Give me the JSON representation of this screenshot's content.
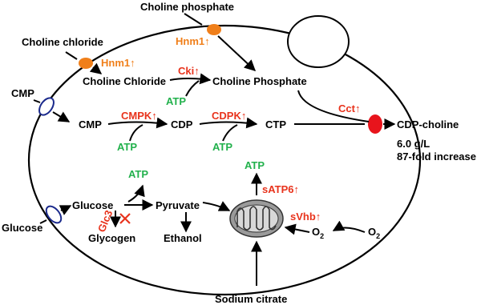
{
  "colors": {
    "enzyme": "#e8331c",
    "hnm1": "#f07f1a",
    "atp": "#22b14c",
    "transporter": "#1b2a8c",
    "text": "#000000",
    "cct_node": "#e8141c",
    "mito_fill": "#9a9a9a"
  },
  "diagram": {
    "external": {
      "choline_phosphate": "Choline phosphate",
      "choline_chloride": "Choline chloride",
      "cmp": "CMP",
      "glucose": "Glucose",
      "sodium_citrate": "Sodium citrate",
      "o2_out": "O",
      "o2_out_sub": "2"
    },
    "internal": {
      "choline_chloride": "Choline Chloride",
      "choline_phosphate": "Choline Phosphate",
      "cmp": "CMP",
      "cdp": "CDP",
      "ctp": "CTP",
      "glucose": "Glucose",
      "pyruvate": "Pyruvate",
      "glycogen": "Glycogen",
      "ethanol": "Ethanol",
      "o2_in": "O",
      "o2_in_sub": "2"
    },
    "atp": {
      "cki": "ATP",
      "cmpk": "ATP",
      "cdpk": "ATP",
      "glucose": "ATP",
      "mito": "ATP"
    },
    "enzymes": {
      "hnm1_top": "Hnm1↑",
      "hnm1_left": "Hnm1↑",
      "cki": "Cki↑",
      "cmpk": "CMPK↑",
      "cdpk": "CDPK↑",
      "cct": "Cct↑",
      "satp6": "sATP6↑",
      "svhb": "sVhb↑",
      "glc3": "Glc3"
    },
    "product": {
      "name": "CDP-choline",
      "titer": "6.0 g/L",
      "increase": "87-fold increase"
    },
    "icons": [
      "transporter-ellipse",
      "knockout-cross",
      "mitochondrion"
    ]
  }
}
